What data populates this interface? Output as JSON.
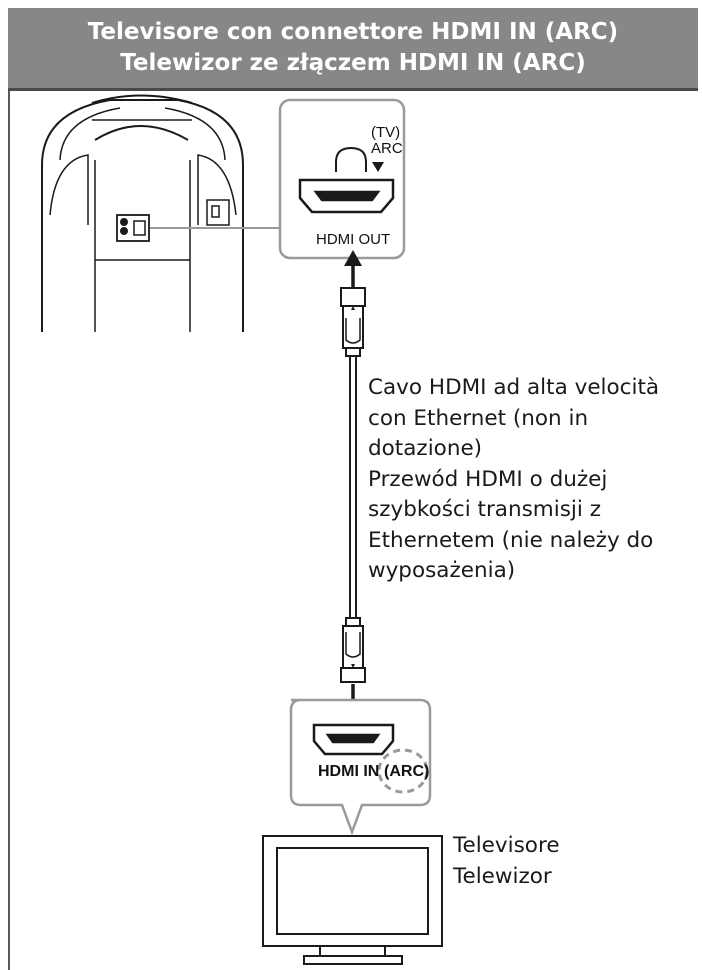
{
  "header": {
    "title_it": "Televisore con connettore HDMI IN (ARC)",
    "title_pl": "Telewizor ze złączem HDMI IN (ARC)"
  },
  "speaker_port_box": {
    "line1": "(TV)",
    "line2": "ARC",
    "port_label": "HDMI OUT"
  },
  "tv_port_box": {
    "port_label": "HDMI IN",
    "arc_label": "(ARC)"
  },
  "cable_label": [
    "Cavo HDMI ad alta velocità",
    "con Ethernet (non in",
    "dotazione)",
    "Przewód HDMI o dużej",
    "szybkości transmisji z",
    "Ethernetem (nie należy do",
    "wyposażenia)"
  ],
  "tv_label": [
    "Televisore",
    "Telewizor"
  ],
  "colors": {
    "header_bg": "#878787",
    "header_text": "#ffffff",
    "callout_border": "#9a9a9a",
    "line": "#1a1a1a"
  },
  "icons": [
    "speaker-unit-icon",
    "hdmi-port-icon",
    "hdmi-plug-icon",
    "arrow-up-icon",
    "arrow-down-icon",
    "television-icon"
  ]
}
